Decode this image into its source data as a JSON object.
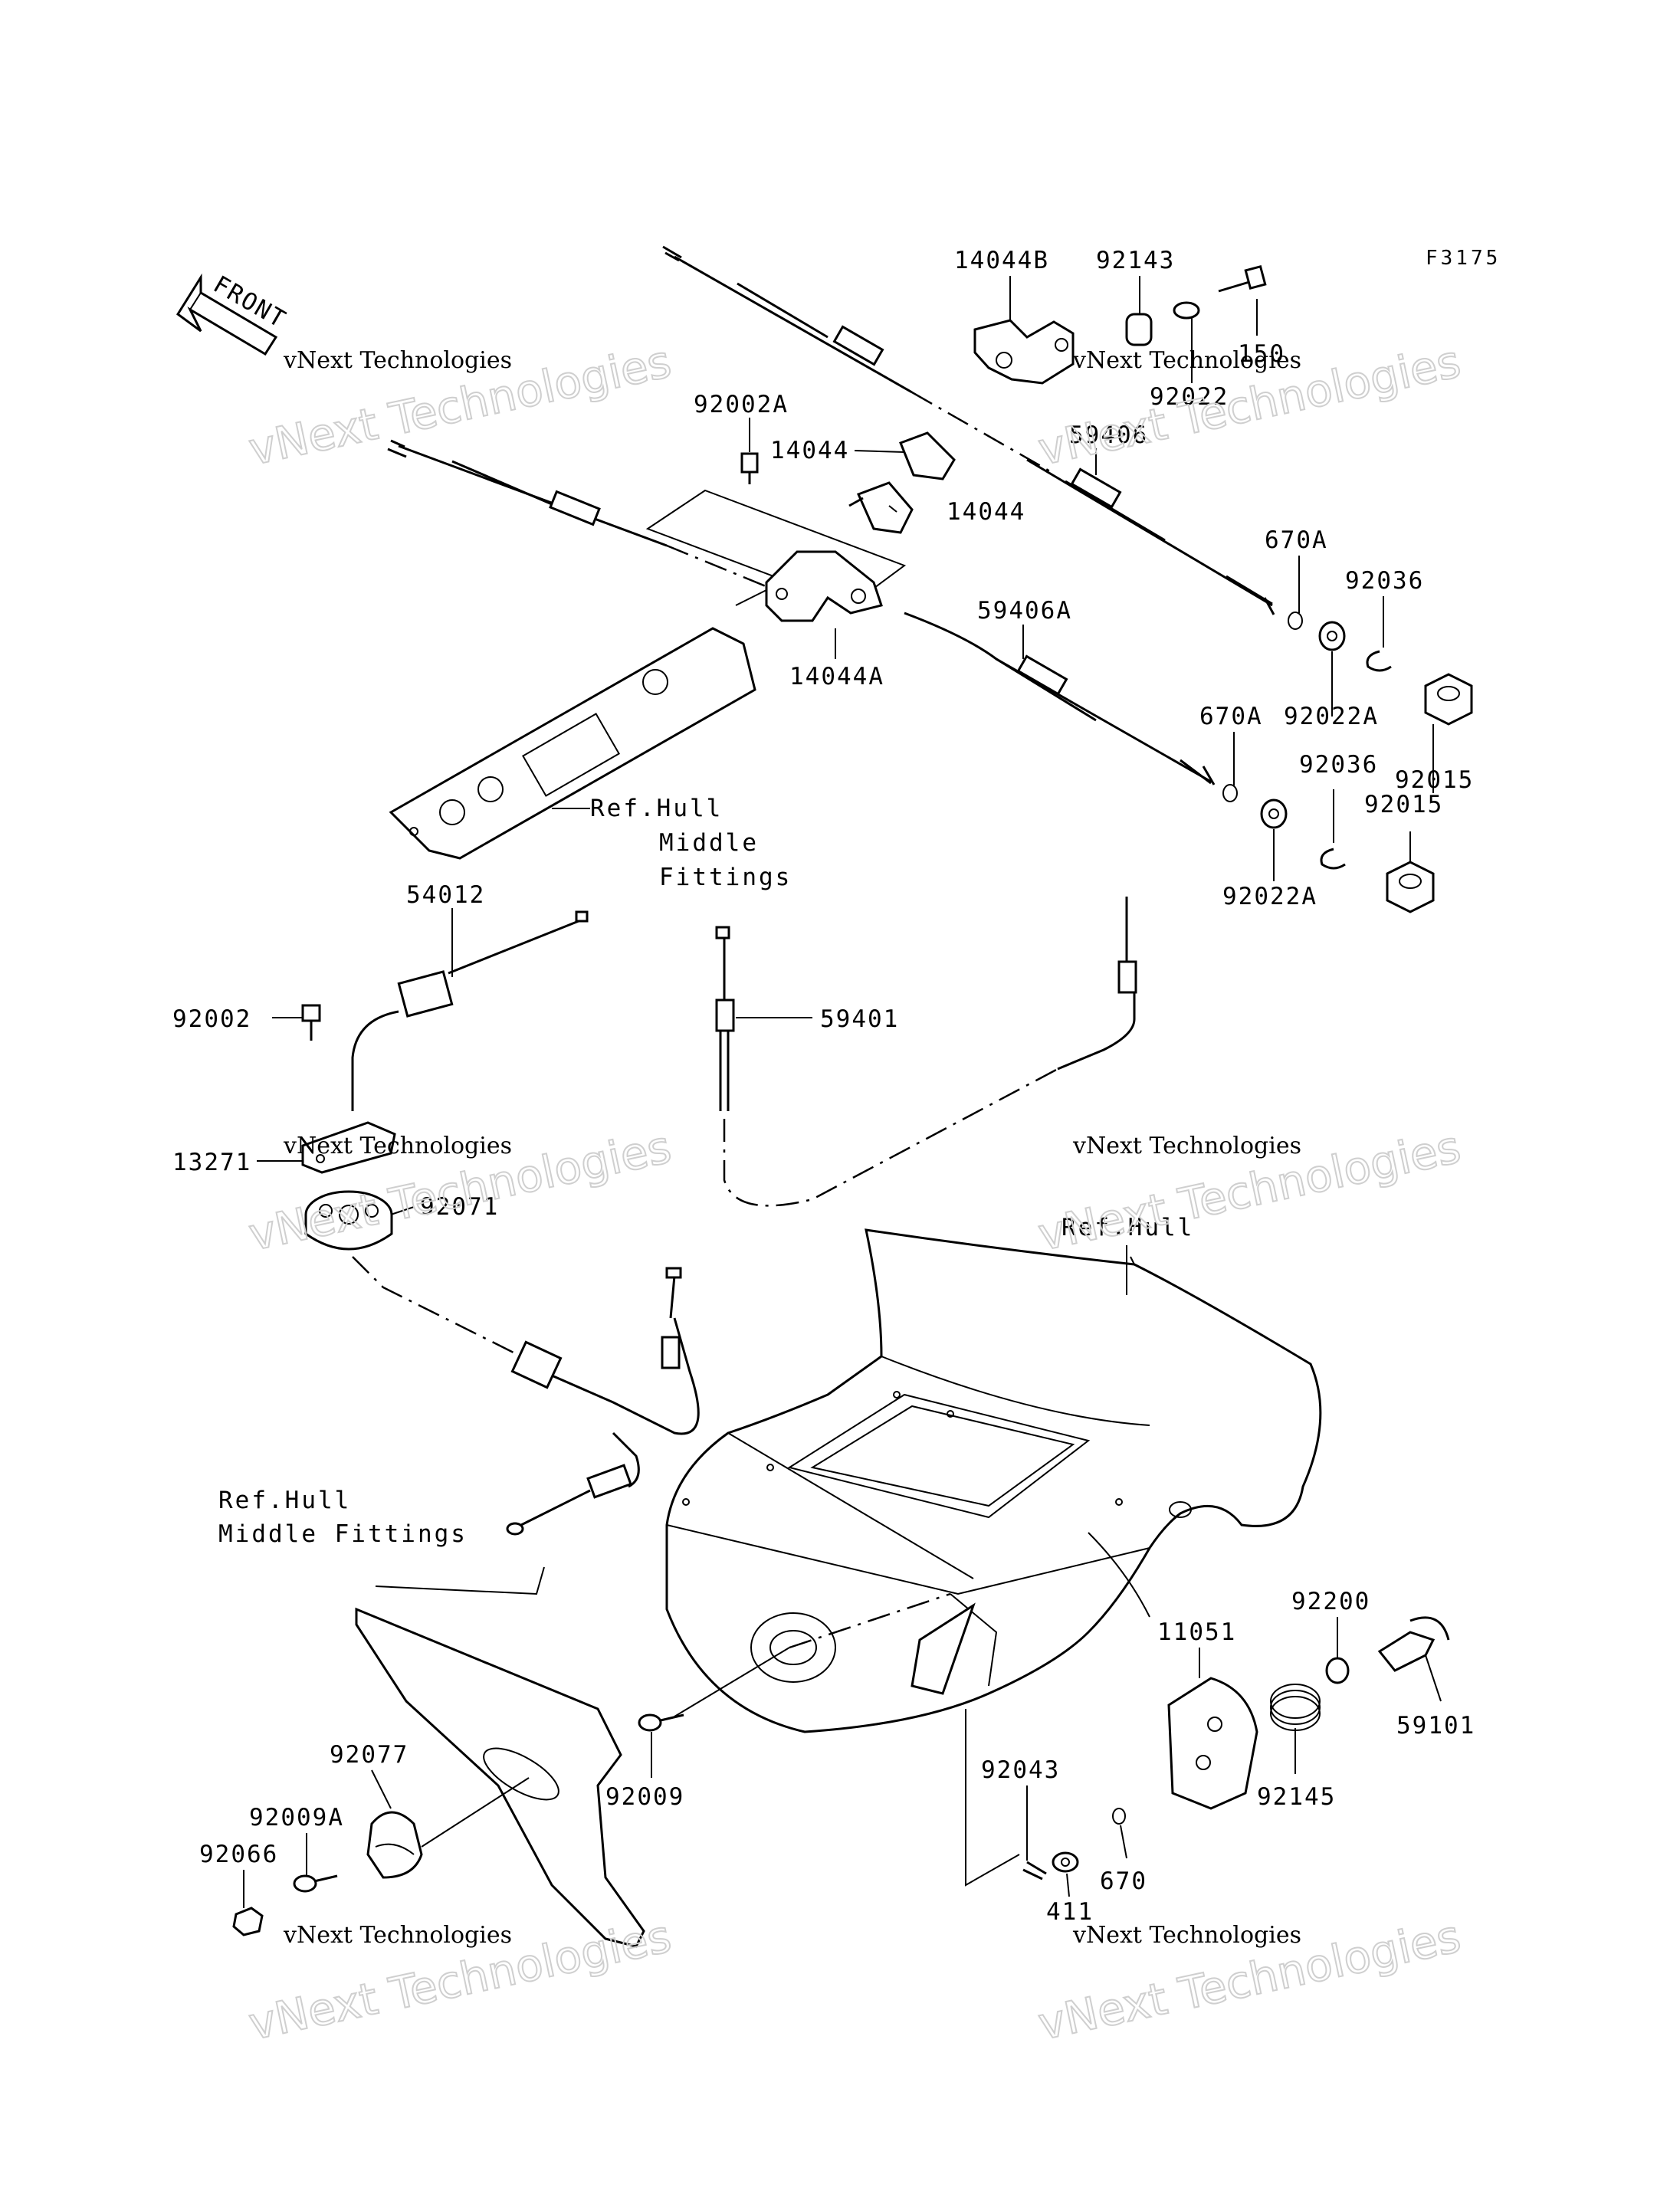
{
  "figure_code": "F3175",
  "front_arrow": {
    "text": "FRONT",
    "icon": "front-arrow-icon"
  },
  "watermark": {
    "small": "vNext Technologies",
    "big": "vNext Technologies"
  },
  "references": {
    "hull_middle_fittings_top": [
      "Ref.Hull",
      "Middle",
      "Fittings"
    ],
    "hull": "Ref.Hull",
    "hull_middle_fittings_bottom": [
      "Ref.Hull",
      "Middle Fittings"
    ]
  },
  "parts": [
    "14044B",
    "92143",
    "150",
    "92022",
    "92002A",
    "14044",
    "14044",
    "59406",
    "670A",
    "92036",
    "14044A",
    "59406A",
    "92022A",
    "92015",
    "670A",
    "92036",
    "92015",
    "92022A",
    "54012",
    "92002",
    "59401",
    "13271",
    "92071",
    "92200",
    "11051",
    "59101",
    "92145",
    "92077",
    "92009",
    "92043",
    "92009A",
    "92066",
    "670",
    "411"
  ]
}
